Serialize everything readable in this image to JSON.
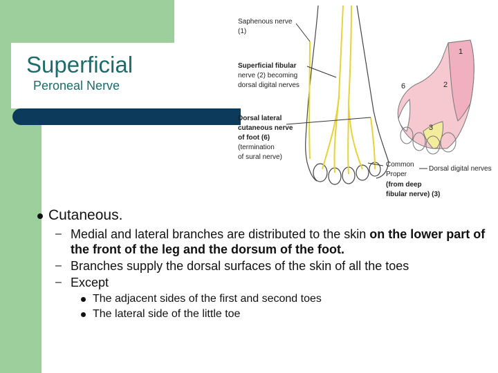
{
  "slide": {
    "title_line1": "Superficial",
    "title_line2": "Peroneal Nerve"
  },
  "figure": {
    "labels": {
      "saphenous_1": "Saphenous nerve",
      "saphenous_2": "(1)",
      "sup_fib_1": "Superficial fibular",
      "sup_fib_2": "nerve (2) becoming",
      "sup_fib_3": "dorsal digital nerves",
      "dlc_1": "Dorsal lateral",
      "dlc_2": "cutaneous nerve",
      "dlc_3": "of foot (6)",
      "dlc_4": "(termination",
      "dlc_5": "of sural nerve)",
      "common": "Common",
      "proper": "Proper",
      "dorsal_digital": "Dorsal digital nerves",
      "deep_1": "(from deep",
      "deep_2": "fibular nerve) (3)",
      "zone1": "1",
      "zone2": "2",
      "zone3": "3",
      "zone6": "6"
    },
    "colors": {
      "nerve": "#e6d23a",
      "zone_saphenous": "#f0b0c0",
      "zone_superficial": "#f6c8d0",
      "zone_deep": "#f3ec9c",
      "zone_lateral": "#ffffff"
    }
  },
  "content": {
    "bullet": "Cutaneous.",
    "subitems": [
      {
        "normal": "Medial and lateral branches are distributed to the skin ",
        "bold": "on the lower part of the front of the leg and the dorsum of the foot."
      },
      {
        "text": "Branches supply the dorsal surfaces of the skin of all the toes"
      },
      {
        "text": "Except"
      }
    ],
    "exceptions": [
      "The adjacent sides of the first and second toes",
      "The lateral side of the little toe"
    ]
  }
}
